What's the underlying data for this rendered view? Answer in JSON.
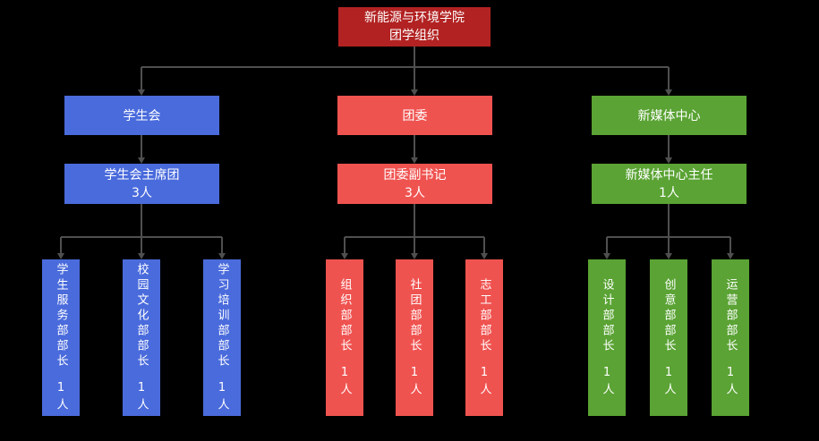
{
  "page": {
    "background": "#000000",
    "text_color": "#ffffff",
    "connector_color": "#4f4f4f"
  },
  "org": {
    "root": {
      "label": "新能源与环境学院\n团学组织",
      "color": "#b22222"
    },
    "branches": [
      {
        "name": "学生会",
        "color": "#4a6bdc",
        "head": {
          "label": "学生会主席团",
          "count": "3人"
        },
        "departments": [
          {
            "label": "学生服务部部长",
            "count": "1人"
          },
          {
            "label": "校园文化部部长",
            "count": "1人"
          },
          {
            "label": "学习培训部部长",
            "count": "1人"
          }
        ]
      },
      {
        "name": "团委",
        "color": "#ef5350",
        "head": {
          "label": "团委副书记",
          "count": "3人"
        },
        "departments": [
          {
            "label": "组织部部长",
            "count": "1人"
          },
          {
            "label": "社团部部长",
            "count": "1人"
          },
          {
            "label": "志工部部长",
            "count": "1人"
          }
        ]
      },
      {
        "name": "新媒体中心",
        "color": "#5aa334",
        "head": {
          "label": "新媒体中心主任",
          "count": "1人"
        },
        "departments": [
          {
            "label": "设计部部长",
            "count": "1人"
          },
          {
            "label": "创意部部长",
            "count": "1人"
          },
          {
            "label": "运营部部长",
            "count": "1人"
          }
        ]
      }
    ]
  }
}
